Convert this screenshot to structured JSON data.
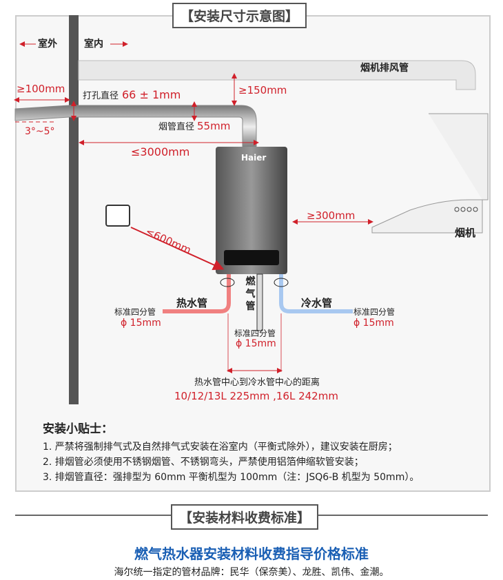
{
  "header1": "【安装尺寸示意图】",
  "labels": {
    "outdoor": "室外",
    "indoor": "室内",
    "hood_duct": "烟机排风管",
    "gap100": "≥100mm",
    "hole_label": "打孔直径",
    "hole_value": "66 ± 1mm",
    "gap150": "≥150mm",
    "pipe_label": "烟管直径",
    "pipe_value": "55mm",
    "angle": "3°~5°",
    "len3000": "≤3000mm",
    "brand": "Haier",
    "gap300": "≥300mm",
    "hood": "烟机",
    "dist600": "≤600mm",
    "hot": "热水管",
    "gas": "燃气管",
    "cold": "冷水管",
    "std": "标准四分管",
    "phi": "ϕ 15mm",
    "center_dist": "热水管中心到冷水管中心的距离",
    "center_value": "10/12/13L 225mm ,16L 242mm"
  },
  "tips": {
    "title": "安装小贴士：",
    "items": [
      "1. 严禁将强制排气式及自然排气式安装在浴室内（平衡式除外），建议安装在厨房；",
      "2. 排烟管必须使用不锈钢烟管、不锈钢弯头，严禁使用铝箔伸缩软管安装；",
      "3. 排烟管直径：强排型为 60mm 平衡机型为 100mm（注：JSQ6-B 机型为 50mm）。"
    ]
  },
  "header2": "【安装材料收费标准】",
  "price_title": "燃气热水器安装材料收费指导价格标准",
  "price_sub": "海尔统一指定的管材品牌：民华（保奈美）、龙胜、凯伟、金潮。",
  "colors": {
    "red": "#d0202a",
    "blue": "#1a5fb4"
  }
}
